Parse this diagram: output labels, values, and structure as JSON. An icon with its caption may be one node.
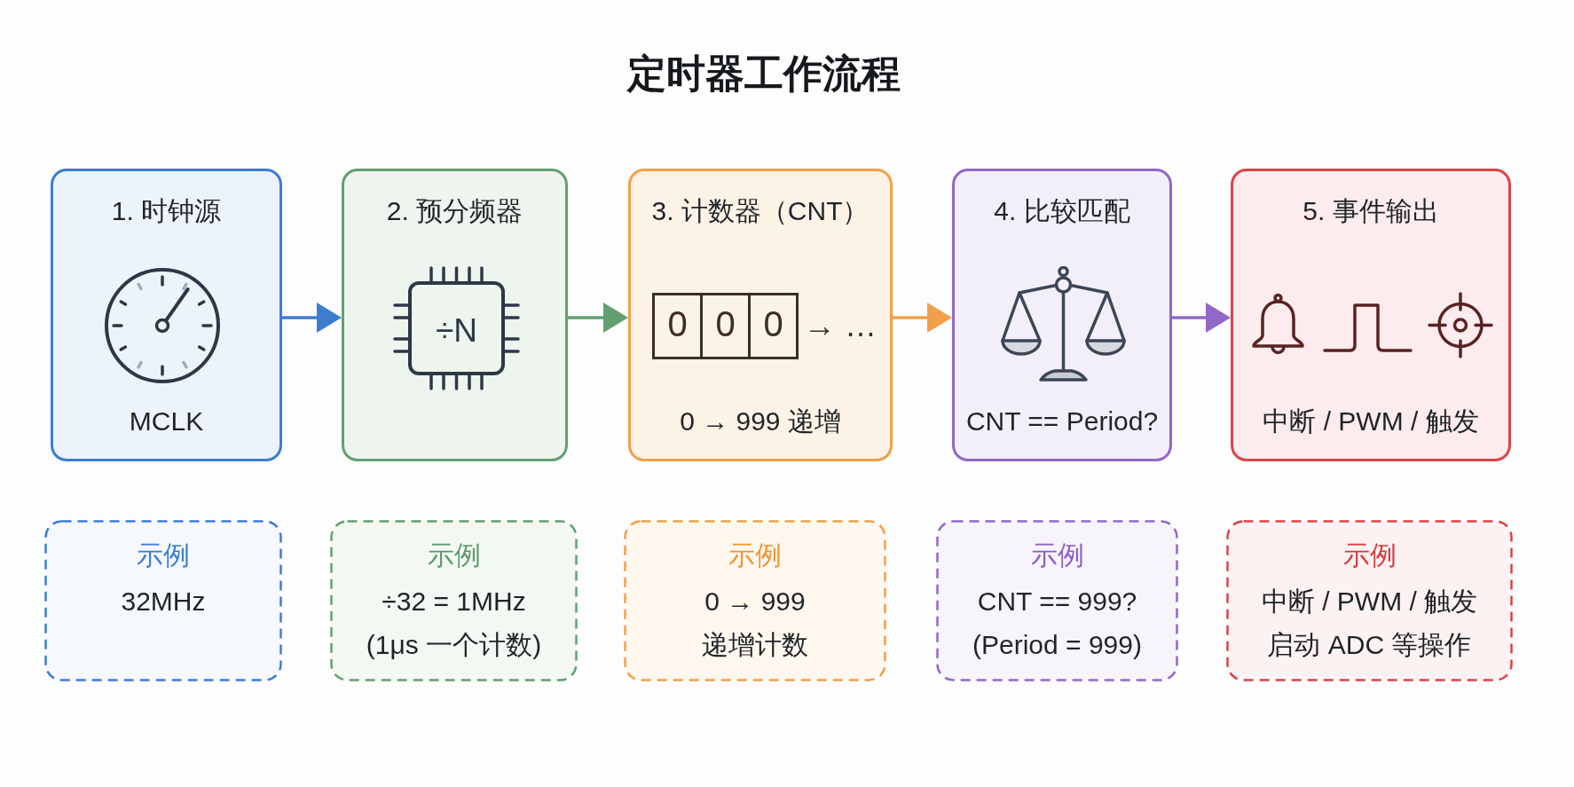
{
  "diagram": {
    "title": "定时器工作流程",
    "nodes": [
      {
        "text": [
          "1. 时钟源",
          "MCLK"
        ]
      },
      {
        "text": [
          "2. 预分频器"
        ]
      },
      {
        "text": [
          "÷N"
        ],
        "in": 1
      },
      {
        "text": [
          "3. 计数器（CNT）",
          "→ …",
          "0 → 999 递增"
        ]
      },
      {
        "text": [
          "0"
        ],
        "in": 3
      },
      {
        "text": [
          "0"
        ],
        "in": 3
      },
      {
        "text": [
          "0"
        ],
        "in": 3
      },
      {
        "text": [
          "4. 比较匹配",
          "CNT == Period?"
        ]
      },
      {
        "text": [
          "5. 事件输出",
          "中断 / PWM / 触发"
        ]
      },
      {
        "text": [
          "示例",
          "32MHz"
        ]
      },
      {
        "text": [
          "示例",
          "÷32 = 1MHz",
          "(1μs 一个计数)"
        ]
      },
      {
        "text": [
          "示例",
          "0 → 999",
          "递增计数"
        ]
      },
      {
        "text": [
          "示例",
          "CNT == 999?",
          "(Period = 999)"
        ]
      },
      {
        "text": [
          "示例",
          "中断 / PWM / 触发",
          "启动 ADC 等操作"
        ]
      }
    ],
    "edges": [
      {
        "from": 0,
        "to": 1,
        "arrow": "to",
        "color": "#3d7dd0"
      },
      {
        "from": 1,
        "to": 3,
        "arrow": "to",
        "color": "#62a06f"
      },
      {
        "from": 3,
        "to": 7,
        "arrow": "to",
        "color": "#f0a04a"
      },
      {
        "from": 7,
        "to": 8,
        "arrow": "to",
        "color": "#9267c8"
      }
    ]
  }
}
